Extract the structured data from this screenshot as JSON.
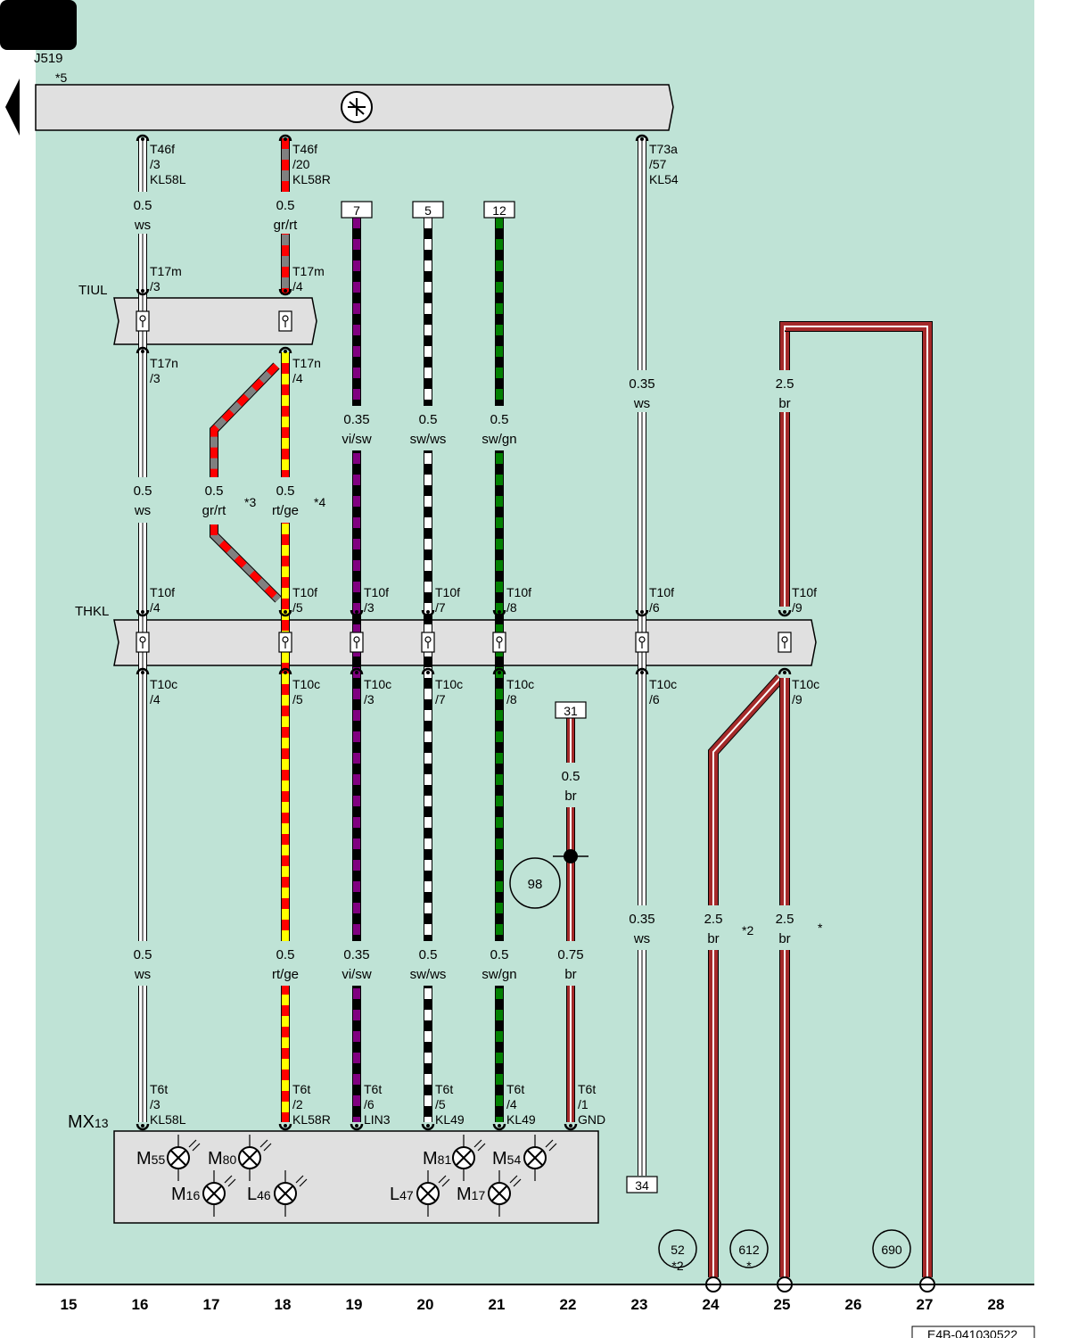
{
  "diagram": {
    "module": {
      "name": "J519",
      "note": "*5"
    },
    "harness_labels": {
      "tiul": "TIUL",
      "thkl": "THKL"
    },
    "component": {
      "name": "MX",
      "sub": "13"
    },
    "image_code": "E4B-041030522",
    "column_numbers": [
      "15",
      "16",
      "17",
      "18",
      "19",
      "20",
      "21",
      "22",
      "23",
      "24",
      "25",
      "26",
      "27",
      "28"
    ],
    "bulbs": [
      {
        "name": "M",
        "sub": "55"
      },
      {
        "name": "M",
        "sub": "80"
      },
      {
        "name": "M",
        "sub": "16"
      },
      {
        "name": "L",
        "sub": "46"
      },
      {
        "name": "M",
        "sub": "81"
      },
      {
        "name": "M",
        "sub": "54"
      },
      {
        "name": "L",
        "sub": "47"
      },
      {
        "name": "M",
        "sub": "17"
      }
    ],
    "wires": [
      {
        "column": "16",
        "colors": [
          "#ffffff"
        ],
        "connectors": [
          {
            "code": "T46f",
            "pin": "/3",
            "signal": "KL58L"
          },
          {
            "code": "T17m",
            "pin": "/3"
          },
          {
            "code": "T17n",
            "pin": "/3"
          },
          {
            "code": "T10f",
            "pin": "/4"
          },
          {
            "code": "T10c",
            "pin": "/4"
          },
          {
            "code": "T6t",
            "pin": "/3",
            "signal": "KL58L"
          }
        ],
        "specs": [
          {
            "size": "0.5",
            "color": "ws"
          },
          {
            "size": "0.5",
            "color": "ws"
          },
          {
            "size": "0.5",
            "color": "ws"
          }
        ]
      },
      {
        "column": "18",
        "colors": [
          "#ff0000",
          "#ffff00"
        ],
        "connectors": [
          {
            "code": "T46f",
            "pin": "/20",
            "signal": "KL58R"
          },
          {
            "code": "T17m",
            "pin": "/4"
          },
          {
            "code": "T17n",
            "pin": "/4"
          },
          {
            "code": "T10f",
            "pin": "/5"
          },
          {
            "code": "T10c",
            "pin": "/5"
          },
          {
            "code": "T6t",
            "pin": "/2",
            "signal": "KL58R"
          }
        ],
        "specs": [
          {
            "size": "0.5",
            "color": "gr/rt"
          },
          {
            "size": "0.5",
            "color": "rt/ge"
          },
          {
            "size": "0.5",
            "color": "rt/ge"
          }
        ]
      },
      {
        "column": "17",
        "colors": [
          "#808080",
          "#ff0000"
        ],
        "specs": [
          {
            "size": "0.5",
            "color": "gr/rt"
          }
        ],
        "notes": [
          "*3",
          "*4"
        ]
      },
      {
        "column": "19",
        "colors": [
          "#000000",
          "#800080"
        ],
        "reference": "7",
        "connectors": [
          {
            "code": "T10f",
            "pin": "/3"
          },
          {
            "code": "T10c",
            "pin": "/3"
          },
          {
            "code": "T6t",
            "pin": "/6",
            "signal": "LIN3"
          }
        ],
        "specs": [
          {
            "size": "0.35",
            "color": "vi/sw"
          },
          {
            "size": "0.35",
            "color": "vi/sw"
          }
        ]
      },
      {
        "column": "20",
        "colors": [
          "#000000",
          "#ffffff"
        ],
        "reference": "5",
        "connectors": [
          {
            "code": "T10f",
            "pin": "/7"
          },
          {
            "code": "T10c",
            "pin": "/7"
          },
          {
            "code": "T6t",
            "pin": "/5",
            "signal": "KL49"
          }
        ],
        "specs": [
          {
            "size": "0.5",
            "color": "sw/ws"
          },
          {
            "size": "0.5",
            "color": "sw/ws"
          }
        ]
      },
      {
        "column": "21",
        "colors": [
          "#000000",
          "#008000"
        ],
        "reference": "12",
        "connectors": [
          {
            "code": "T10f",
            "pin": "/8"
          },
          {
            "code": "T10c",
            "pin": "/8"
          },
          {
            "code": "T6t",
            "pin": "/4",
            "signal": "KL49"
          }
        ],
        "specs": [
          {
            "size": "0.5",
            "color": "sw/gn"
          },
          {
            "size": "0.5",
            "color": "sw/gn"
          }
        ]
      },
      {
        "column": "22",
        "colors": [
          "#a52a2a"
        ],
        "reference": "31",
        "splice": "98",
        "connectors": [
          {
            "code": "T6t",
            "pin": "/1",
            "signal": "GND"
          }
        ],
        "specs": [
          {
            "size": "0.5",
            "color": "br"
          },
          {
            "size": "0.75",
            "color": "br"
          }
        ]
      },
      {
        "column": "23",
        "colors": [
          "#ffffff"
        ],
        "reference": "34",
        "connectors": [
          {
            "code": "T73a",
            "pin": "/57",
            "signal": "KL54"
          },
          {
            "code": "T10f",
            "pin": "/6"
          },
          {
            "code": "T10c",
            "pin": "/6"
          }
        ],
        "specs": [
          {
            "size": "0.35",
            "color": "ws"
          },
          {
            "size": "0.35",
            "color": "ws"
          }
        ]
      },
      {
        "column": "24",
        "colors": [
          "#a52a2a"
        ],
        "ground_point": {
          "number": "52",
          "note": "*2"
        },
        "specs": [
          {
            "size": "2.5",
            "color": "br"
          }
        ],
        "notes": [
          "*2"
        ]
      },
      {
        "column": "25",
        "colors": [
          "#a52a2a"
        ],
        "ground_point": {
          "number": "612",
          "note": "*"
        },
        "connectors": [
          {
            "code": "T10f",
            "pin": "/9"
          },
          {
            "code": "T10c",
            "pin": "/9"
          }
        ],
        "specs": [
          {
            "size": "2.5",
            "color": "br"
          },
          {
            "size": "2.5",
            "color": "br"
          }
        ],
        "notes": [
          "*"
        ]
      },
      {
        "column": "27",
        "colors": [
          "#a52a2a"
        ],
        "ground_point": {
          "number": "690"
        }
      }
    ]
  }
}
